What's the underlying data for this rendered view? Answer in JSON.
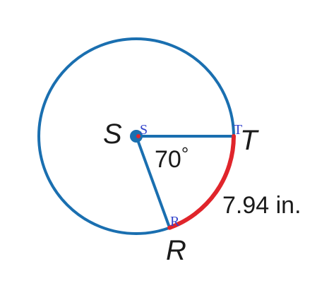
{
  "labels": {
    "center_big": "S",
    "center_small": "S",
    "point_t_big": "T",
    "point_t_small": "T",
    "point_r_big": "R",
    "point_r_small": "R"
  },
  "angle": {
    "text": "70",
    "degree_symbol": "°",
    "value_deg": 70
  },
  "arc_length": {
    "text": "7.94 in."
  },
  "colors": {
    "circle": "#1a6fb0",
    "arc": "#e0252b",
    "small_labels": "#3344cc",
    "text": "#1a1a1a"
  }
}
